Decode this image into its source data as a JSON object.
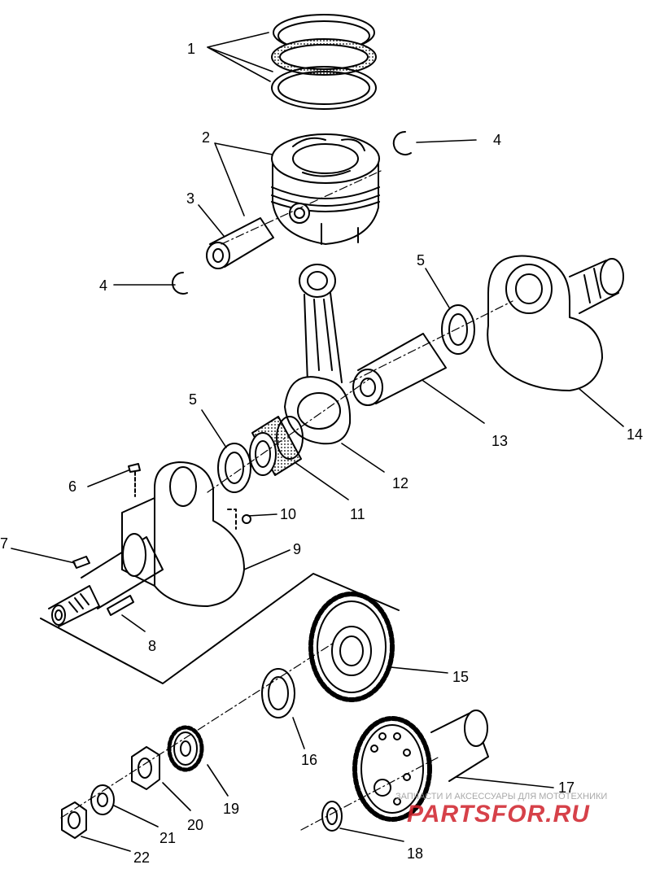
{
  "diagram": {
    "callouts": {
      "c1": "1",
      "c2": "2",
      "c3": "3",
      "c4a": "4",
      "c4b": "4",
      "c5a": "5",
      "c5b": "5",
      "c6": "6",
      "c7": "7",
      "c8": "8",
      "c9": "9",
      "c10": "10",
      "c11": "11",
      "c12": "12",
      "c13": "13",
      "c14": "14",
      "c15": "15",
      "c16": "16",
      "c17": "17",
      "c18": "18",
      "c19": "19",
      "c20": "20",
      "c21": "21",
      "c22": "22"
    }
  },
  "watermark": {
    "tagline": "ЗАПЧАСТИ И АКСЕССУАРЫ ДЛЯ МОТОТЕХНИКИ",
    "logo": "PARTSFOR.RU",
    "color": "#d0202a"
  }
}
